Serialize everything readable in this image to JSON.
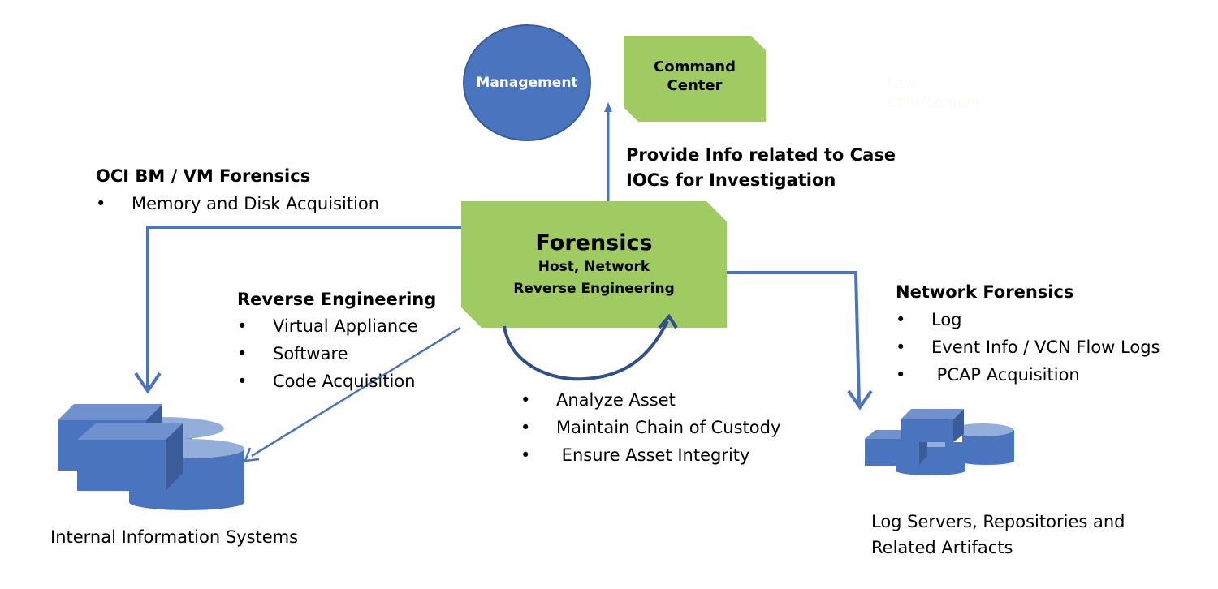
{
  "colors": {
    "blue_node": "#4A74BE",
    "blue_dark": "#3A5D9A",
    "blue_light": "#6F92CE",
    "blue_pale": "#94AEDB",
    "green_node": "#A0CB63",
    "connector": "#4A74BE",
    "loop_arrow": "#2F4F8C"
  },
  "nodes": {
    "management": {
      "label": "Management"
    },
    "command_center": {
      "label_line1": "Command",
      "label_line2": "Center"
    },
    "law_enforcement": {
      "label_line1": "Law",
      "label_line2": "Enforcement"
    },
    "forensics": {
      "title": "Forensics",
      "subtitle_line1": "Host, Network",
      "subtitle_line2": "Reverse Engineering"
    }
  },
  "annotations": {
    "provide_info": {
      "line1": "Provide Info related to Case",
      "line2": "IOCs for Investigation"
    },
    "oci_forensics": {
      "heading": "OCI BM / VM Forensics",
      "items": [
        "Memory and Disk Acquisition"
      ]
    },
    "reverse_engineering": {
      "heading": "Reverse Engineering",
      "items": [
        "Virtual Appliance",
        "Software",
        "Code Acquisition"
      ]
    },
    "network_forensics": {
      "heading": "Network Forensics",
      "items": [
        "Log",
        "Event Info / VCN Flow Logs",
        " PCAP Acquisition"
      ]
    },
    "forensics_tasks": {
      "items": [
        "Analyze Asset",
        "Maintain Chain of Custody",
        " Ensure Asset Integrity"
      ]
    }
  },
  "icons": {
    "internal_systems": {
      "semantic": "server-storage-icon",
      "caption": "Internal Information Systems"
    },
    "log_servers": {
      "semantic": "log-server-storage-icon",
      "caption_line1": "Log Servers, Repositories and",
      "caption_line2": "Related Artifacts"
    }
  },
  "bullet_glyph": "•"
}
